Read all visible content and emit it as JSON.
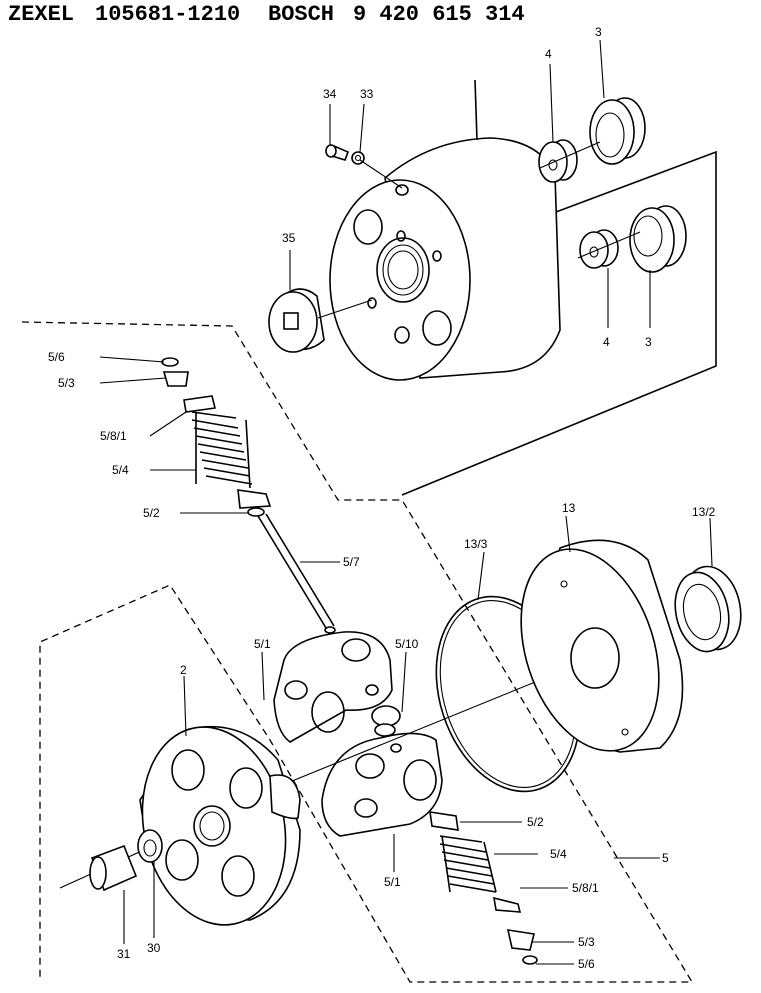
{
  "header": {
    "maker": "ZEXEL",
    "zexel_number": "105681-1210",
    "brand": "BOSCH",
    "bosch_number": "9 420 615 314"
  },
  "labels": {
    "l34": "34",
    "l33": "33",
    "l4a": "4",
    "l3a": "3",
    "l35": "35",
    "l4b": "4",
    "l3b": "3",
    "l56a": "5/6",
    "l53a": "5/3",
    "l581a": "5/8/1",
    "l54a": "5/4",
    "l52a": "5/2",
    "l57": "5/7",
    "l13": "13",
    "l132": "13/2",
    "l133": "13/3",
    "l51a": "5/1",
    "l510": "5/10",
    "l2": "2",
    "l52b": "5/2",
    "l54b": "5/4",
    "l5": "5",
    "l581b": "5/8/1",
    "l51b": "5/1",
    "l53b": "5/3",
    "l56b": "5/6",
    "l31": "31",
    "l30": "30"
  }
}
